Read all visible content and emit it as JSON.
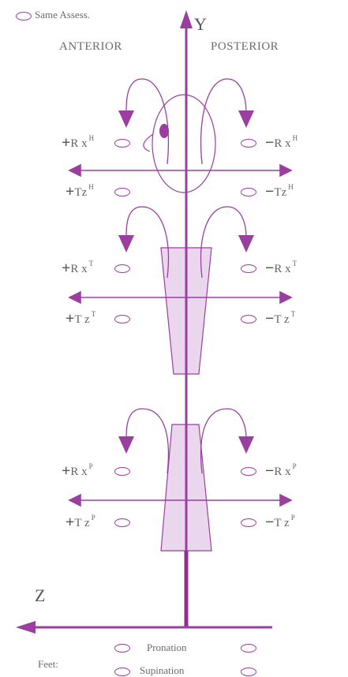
{
  "legend": {
    "label": "Same Assess."
  },
  "axes": {
    "y_label": "Y",
    "z_label": "Z"
  },
  "headers": {
    "anterior": "ANTERIOR",
    "posterior": "POSTERIOR"
  },
  "colors": {
    "accent": "#9a3fa0",
    "fill": "#ead7ee",
    "text": "#6b6b6b"
  },
  "segments": [
    {
      "id": "H",
      "rot_left": {
        "sign": "+",
        "base": "R x",
        "sup": "H"
      },
      "rot_right": {
        "sign": "−",
        "base": "R x",
        "sup": "H"
      },
      "tr_left": {
        "sign": "+",
        "base": "Tz",
        "sup": "H"
      },
      "tr_right": {
        "sign": "−",
        "base": "Tz",
        "sup": "H"
      }
    },
    {
      "id": "T",
      "rot_left": {
        "sign": "+",
        "base": "R x",
        "sup": "T"
      },
      "rot_right": {
        "sign": "−",
        "base": "R x",
        "sup": "T"
      },
      "tr_left": {
        "sign": "+",
        "base": "T z",
        "sup": "T"
      },
      "tr_right": {
        "sign": "−",
        "base": "T z",
        "sup": "T"
      }
    },
    {
      "id": "P",
      "rot_left": {
        "sign": "+",
        "base": "R x",
        "sup": "P"
      },
      "rot_right": {
        "sign": "−",
        "base": "R x",
        "sup": "P"
      },
      "tr_left": {
        "sign": "+",
        "base": "T z",
        "sup": "P"
      },
      "tr_right": {
        "sign": "−",
        "base": "T z",
        "sup": "P"
      }
    }
  ],
  "feet": {
    "label": "Feet:",
    "options": [
      "Pronation",
      "Supination"
    ]
  }
}
